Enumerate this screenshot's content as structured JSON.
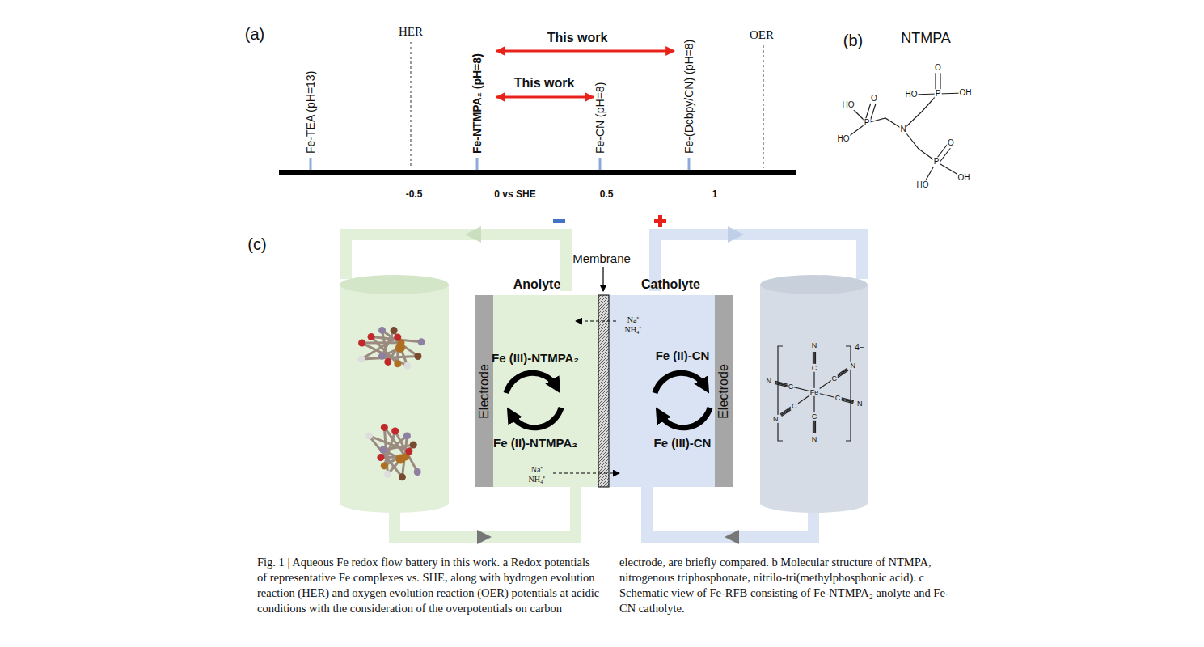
{
  "diagram": {
    "caption": "Fig. 1 | Aqueous Fe redox flow battery in this work. a Redox potentials of representative Fe complexes vs. SHE, along with hydrogen evolution reaction (HER) and oxygen evolution reaction (OER) potentials at acidic conditions with the consideration of the overpotentials on carbon electrode, are briefly compared. b Molecular structure of NTMPA, nitrogenous triphosphonate, nitrilo-tri(methylphosphonic acid). c Schematic view of Fe-RFB consisting of Fe-NTMPA₂ anolyte and Fe-CN catholyte.",
    "nodes": [
      {
        "text": [
          "Anolyte"
        ]
      },
      {
        "text": [
          "Electrode"
        ],
        "in": 0
      },
      {
        "text": [
          "Catholyte"
        ]
      },
      {
        "text": [
          "Electrode"
        ],
        "in": 2
      }
    ],
    "labels": [
      "(a)",
      "HER",
      "OER",
      "Fe-TEA (pH=13)",
      "Fe-NTMPA₂ (pH=8)",
      "Fe-CN (pH=8)",
      "Fe-(Dcbpy/CN) (pH=8)",
      "This work",
      "This work",
      "-0.5",
      "0 vs SHE",
      "0.5",
      "1",
      "(b)",
      "NTMPA",
      "O",
      "P",
      "HO",
      "OH",
      "N",
      "HO",
      "P",
      "HO",
      "O",
      "O",
      "P",
      "HO",
      "OH",
      "(c)",
      "Membrane",
      "Fe (III)-NTMPA₂",
      "Fe (II)-NTMPA₂",
      "Fe (II)-CN",
      "Fe (III)-CN",
      "Na⁺ NH₄⁺",
      "Na⁺ NH₄⁺",
      "4−",
      "Fe",
      "C",
      "C",
      "C",
      "C",
      "C",
      "C",
      "N",
      "N",
      "N",
      "N",
      "N",
      "N"
    ]
  }
}
